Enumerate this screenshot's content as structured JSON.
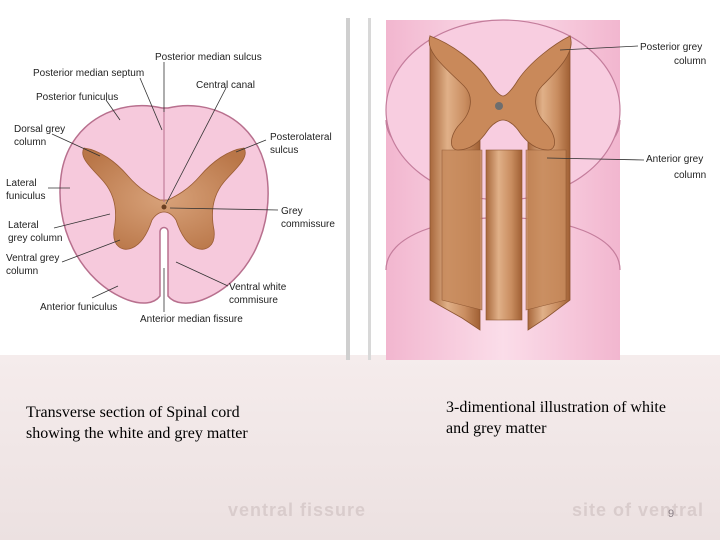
{
  "left_diagram": {
    "labels": {
      "posterior_median_sulcus": "Posterior median sulcus",
      "posterior_median_septum": "Posterior median septum",
      "central_canal": "Central canal",
      "posterior_funiculus": "Posterior funiculus",
      "dorsal_grey_column_1": "Dorsal grey",
      "dorsal_grey_column_2": "column",
      "posterolateral_sulcus_1": "Posterolateral",
      "posterolateral_sulcus_2": "sulcus",
      "lateral_funiculus_1": "Lateral",
      "lateral_funiculus_2": "funiculus",
      "grey_commissure_1": "Grey",
      "grey_commissure_2": "commissure",
      "lateral_grey_column_1": "Lateral",
      "lateral_grey_column_2": "grey column",
      "ventral_grey_column_1": "Ventral grey",
      "ventral_grey_column_2": "column",
      "ventral_white_commissure_1": "Ventral white",
      "ventral_white_commissure_2": "commisure",
      "anterior_funiculus": "Anterior funiculus",
      "anterior_median_fissure": "Anterior median fissure"
    }
  },
  "right_diagram": {
    "labels": {
      "posterior_grey_column_1": "Posterior grey",
      "posterior_grey_column_2": "column",
      "anterior_grey_column_1": "Anterior grey",
      "anterior_grey_column_2": "column"
    }
  },
  "captions": {
    "left_1": "Transverse section of Spinal cord",
    "left_2": "showing the white and grey matter",
    "right_1": "3-dimentional illustration of white",
    "right_2": "and grey matter"
  },
  "page_number": "9",
  "colors": {
    "white_matter": "#f6c9dc",
    "grey_matter": "#c9895a",
    "outline": "#b8708e"
  }
}
